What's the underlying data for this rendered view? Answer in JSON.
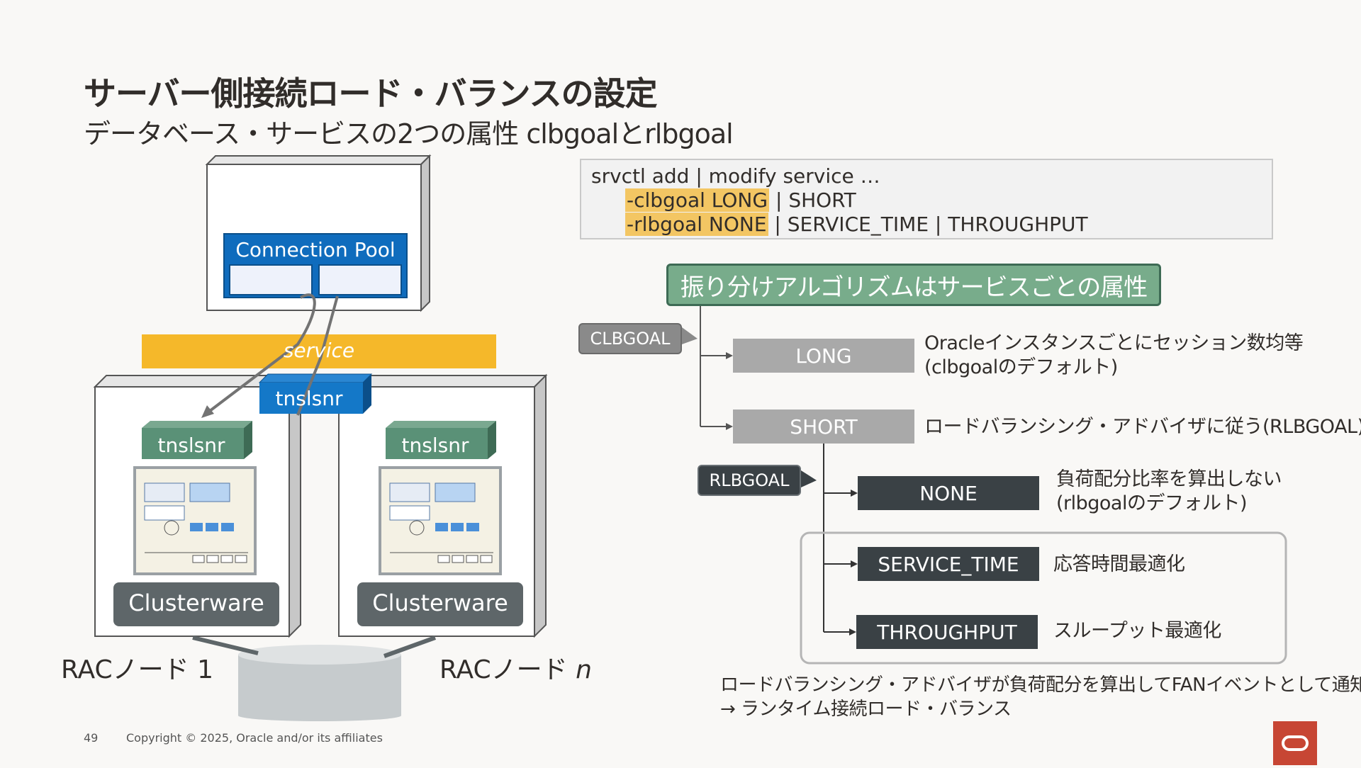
{
  "title": "サーバー側接続ロード・バランスの設定",
  "subtitle": "データベース・サービスの2つの属性 clbgoalとrlbgoal",
  "code": {
    "line1": "srvctl add | modify service …",
    "line2_hl": "-clbgoal LONG",
    "line2_rest": " | SHORT",
    "line3_hl": "-rlbgoal NONE",
    "line3_rest": " | SERVICE_TIME | THROUGHPUT"
  },
  "flow": {
    "title": "振り分けアルゴリズムはサービスごとの属性",
    "clbgoal_tag": "CLBGOAL",
    "rlbgoal_tag": "RLBGOAL",
    "options": {
      "long": "LONG",
      "short": "SHORT",
      "none": "NONE",
      "service_time": "SERVICE_TIME",
      "throughput": "THROUGHPUT"
    },
    "descriptions": {
      "long_1": "Oracleインスタンスごとにセッション数均等",
      "long_2": "(clbgoalのデフォルト)",
      "short": "ロードバランシング・アドバイザに従う(RLBGOAL)",
      "none_1": "負荷配分比率を算出しない",
      "none_2": "(rlbgoalのデフォルト)",
      "service_time": "応答時間最適化",
      "throughput": "スループット最適化"
    },
    "note_1": "ロードバランシング・アドバイザが負荷配分を算出してFANイベントとして通知",
    "note_2": "→ ランタイム接続ロード・バランス"
  },
  "left": {
    "pool_label": "Connection Pool",
    "service_label": "service",
    "listener_label": "tnslsnr",
    "clusterware_label": "Clusterware",
    "node1_label": "RACノード 1",
    "noden_prefix": "RACノード ",
    "noden_suffix": "n"
  },
  "footer": {
    "page": "49",
    "copyright": "Copyright © 2025, Oracle and/or its affiliates"
  },
  "colors": {
    "accent_green": "#78ac8b",
    "service_yellow": "#f5b82a",
    "listener_blue": "#1478c8",
    "clusterware_gray": "#5e6669",
    "oracle_red": "#c74634"
  }
}
